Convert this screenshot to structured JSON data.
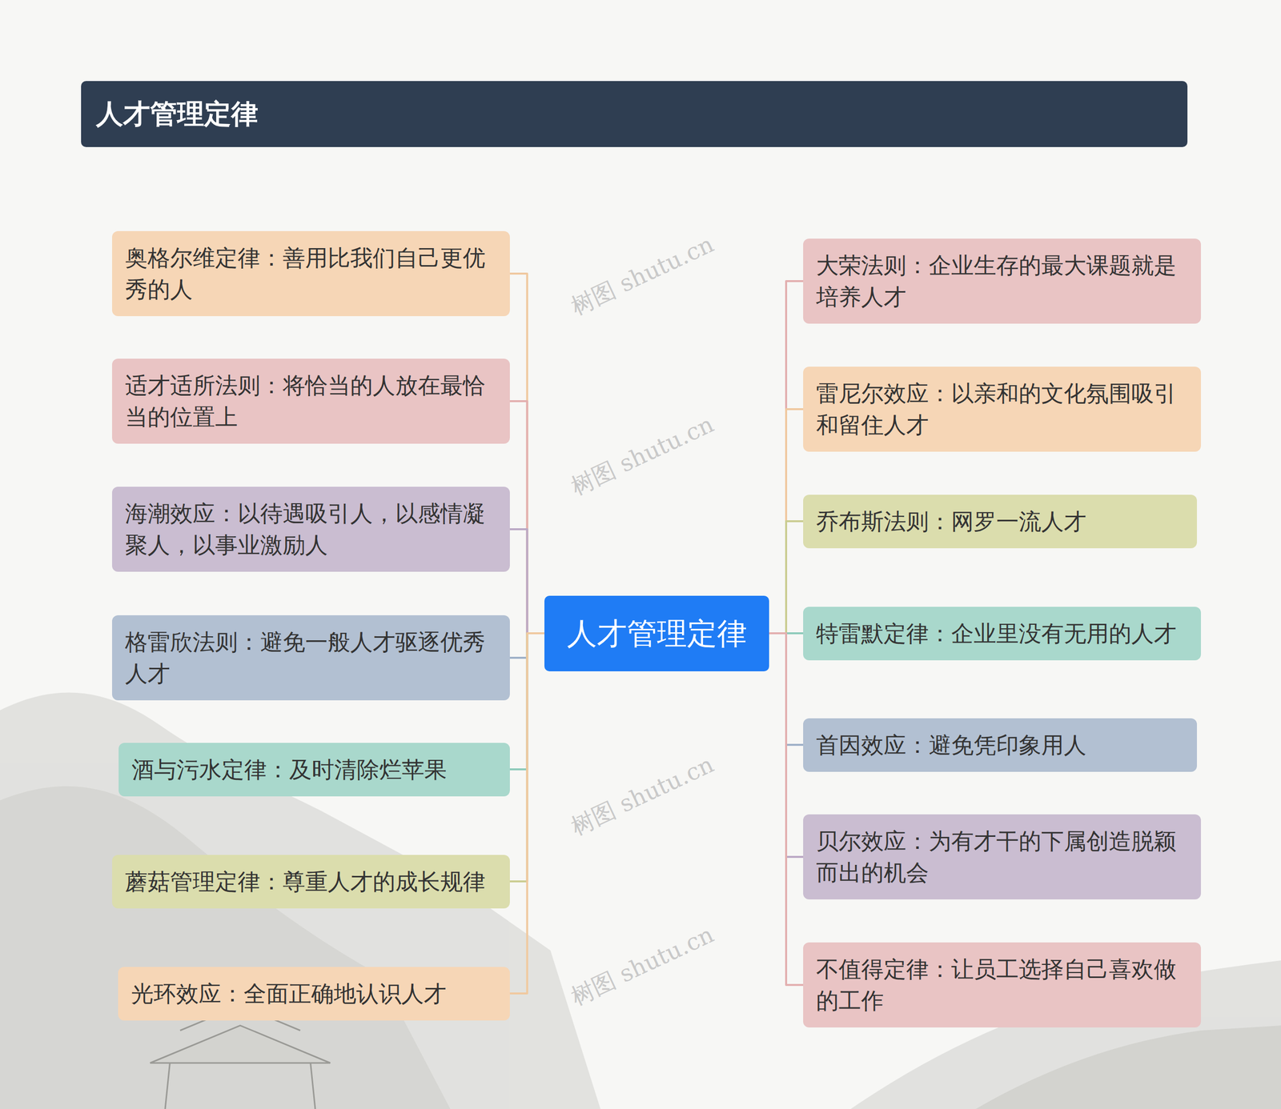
{
  "diagram": {
    "title": "人才管理定律",
    "nodes": [
      {
        "text": [
          "人才管理定律"
        ]
      },
      {
        "text": [
          "奥格尔维定律：善用比我们自己更优秀的人"
        ]
      },
      {
        "text": [
          "适才适所法则：将恰当的人放在最恰当的位置上"
        ]
      },
      {
        "text": [
          "海潮效应：以待遇吸引人，以感情凝聚人，以事业激励人"
        ]
      },
      {
        "text": [
          "格雷欣法则：避免一般人才驱逐优秀人才"
        ]
      },
      {
        "text": [
          "酒与污水定律：及时清除烂苹果"
        ]
      },
      {
        "text": [
          "蘑菇管理定律：尊重人才的成长规律"
        ]
      },
      {
        "text": [
          "光环效应：全面正确地认识人才"
        ]
      },
      {
        "text": [
          "大荣法则：企业生存的最大课题就是培养人才"
        ]
      },
      {
        "text": [
          "雷尼尔效应：以亲和的文化氛围吸引和留住人才"
        ]
      },
      {
        "text": [
          "乔布斯法则：网罗一流人才"
        ]
      },
      {
        "text": [
          "特雷默定律：企业里没有无用的人才"
        ]
      },
      {
        "text": [
          "首因效应：避免凭印象用人"
        ]
      },
      {
        "text": [
          "贝尔效应：为有才干的下属创造脱颖而出的机会"
        ]
      },
      {
        "text": [
          "不值得定律：让员工选择自己喜欢做的工作"
        ]
      }
    ],
    "edges": [
      {
        "from": 0,
        "to": 1,
        "arrow": "none"
      },
      {
        "from": 0,
        "to": 2,
        "arrow": "none"
      },
      {
        "from": 0,
        "to": 3,
        "arrow": "none"
      },
      {
        "from": 0,
        "to": 4,
        "arrow": "none"
      },
      {
        "from": 0,
        "to": 5,
        "arrow": "none"
      },
      {
        "from": 0,
        "to": 6,
        "arrow": "none"
      },
      {
        "from": 0,
        "to": 7,
        "arrow": "none"
      },
      {
        "from": 0,
        "to": 8,
        "arrow": "none"
      },
      {
        "from": 0,
        "to": 9,
        "arrow": "none"
      },
      {
        "from": 0,
        "to": 10,
        "arrow": "none"
      },
      {
        "from": 0,
        "to": 11,
        "arrow": "none"
      },
      {
        "from": 0,
        "to": 12,
        "arrow": "none"
      },
      {
        "from": 0,
        "to": 13,
        "arrow": "none"
      },
      {
        "from": 0,
        "to": 14,
        "arrow": "none"
      }
    ],
    "labels": [
      "树图 shutu.cn",
      "树图 shutu.cn",
      "树图 shutu.cn",
      "树图 shutu.cn"
    ]
  }
}
